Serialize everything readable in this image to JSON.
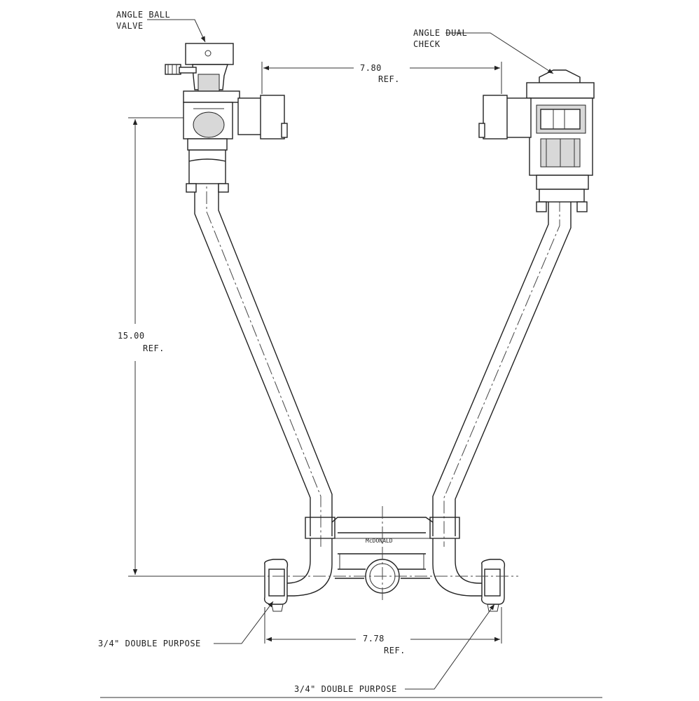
{
  "callouts": {
    "angle_ball_valve_line1": "ANGLE BALL",
    "angle_ball_valve_line2": "VALVE",
    "angle_dual_check_line1": "ANGLE DUAL",
    "angle_dual_check_line2": "CHECK",
    "double_purpose_left": "3/4\" DOUBLE PURPOSE",
    "double_purpose_right": "3/4\" DOUBLE PURPOSE"
  },
  "dimensions": {
    "top_width_value": "7.80",
    "top_width_ref": "REF.",
    "height_value": "15.00",
    "height_ref": "REF.",
    "bottom_width_value": "7.78",
    "bottom_width_ref": "REF."
  },
  "manufacturer_mark": "McDONALD",
  "colors": {
    "line": "#222222",
    "background": "#ffffff"
  }
}
